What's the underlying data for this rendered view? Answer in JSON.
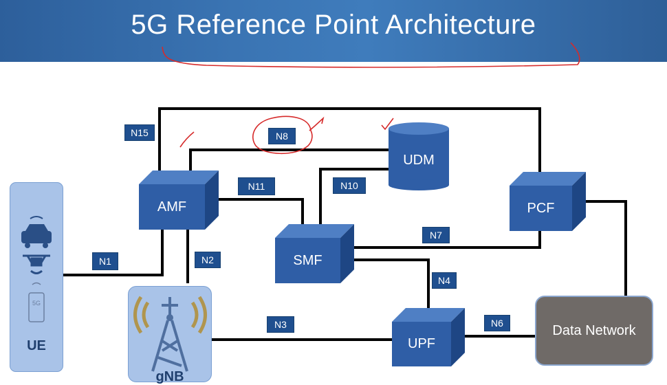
{
  "title": "5G Reference Point Architecture",
  "nodes": {
    "amf": "AMF",
    "smf": "SMF",
    "udm": "UDM",
    "pcf": "PCF",
    "upf": "UPF",
    "ue": "UE",
    "gnb": "gNB",
    "data_network": "Data Network"
  },
  "interfaces": {
    "n1": "N1",
    "n2": "N2",
    "n3": "N3",
    "n4": "N4",
    "n6": "N6",
    "n7": "N7",
    "n8": "N8",
    "n10": "N10",
    "n11": "N11",
    "n15": "N15"
  },
  "colors": {
    "banner": "#3a74b3",
    "node_fill": "#2f5ea6",
    "label_fill": "#1f4f8f",
    "device_fill": "#a9c3e8",
    "data_network_fill": "#6f6a67",
    "annotation": "#d62a2a"
  },
  "icons": [
    "car-icon",
    "drone-icon",
    "phone-5g-icon",
    "antenna-tower-icon"
  ]
}
